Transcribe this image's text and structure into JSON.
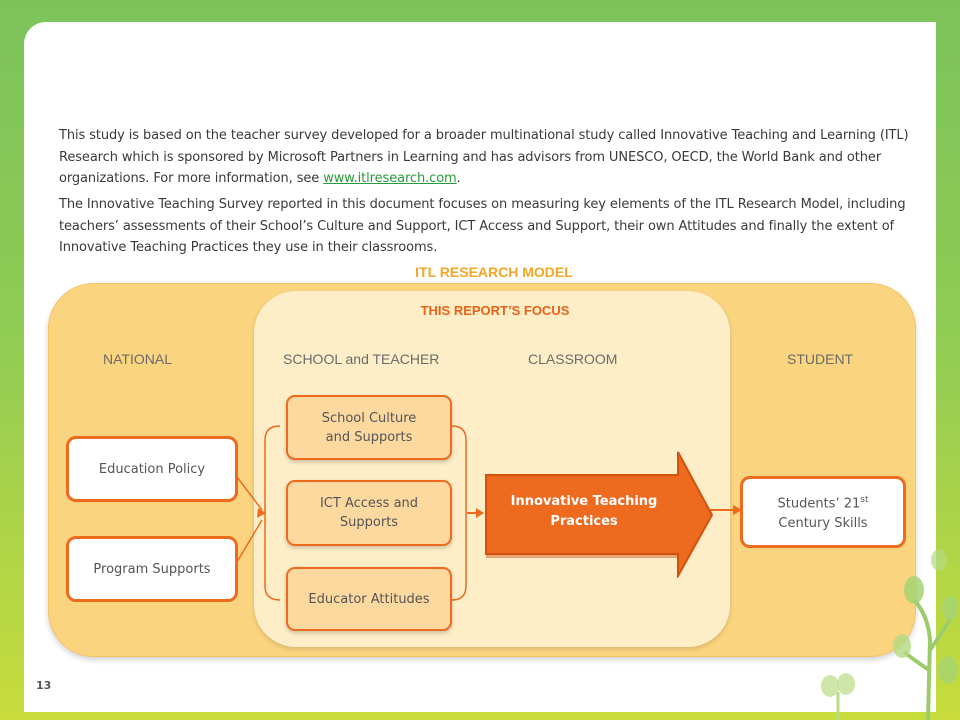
{
  "intro": {
    "paragraph1_text": "This study is based on the teacher survey developed for a broader multinational study called Innovative Teaching and Learning (ITL) Research which is sponsored by Microsoft Partners in Learning and has advisors from UNESCO, OECD, the World Bank and other organizations. For more information, see ",
    "paragraph1_link": "www.itlresearch.com",
    "paragraph1_end": ".",
    "paragraph2": "The Innovative Teaching Survey reported in this document focuses on measuring key elements of the ITL Research Model, including teachers’ assessments of their School’s Culture and Support, ICT Access and Support, their own Attitudes and finally the extent of Innovative Teaching Practices they use in their classrooms."
  },
  "model": {
    "title": "ITL RESEARCH MODEL",
    "focus_title": "THIS REPORT’S FOCUS",
    "columns": [
      "NATIONAL",
      "SCHOOL and TEACHER",
      "CLASSROOM",
      "STUDENT"
    ],
    "national_boxes": [
      "Education Policy",
      "Program Supports"
    ],
    "school_boxes": [
      "School Culture and Supports",
      "ICT Access and Supports",
      "Educator Attitudes"
    ],
    "classroom_arrow": "Innovative Teaching Practices",
    "student_box_main": "Students’ 21",
    "student_box_sup": "st",
    "student_box_end": "Century Skills"
  },
  "footer": {
    "page_number": "13"
  },
  "colors": {
    "accent_orange": "#ee6a1f",
    "title_gold": "#f5a623",
    "outer_band": "#fbd47f",
    "focus_band": "#fdeec7",
    "box_peach": "#fdd9a0",
    "background_green": "#7cc35a"
  }
}
